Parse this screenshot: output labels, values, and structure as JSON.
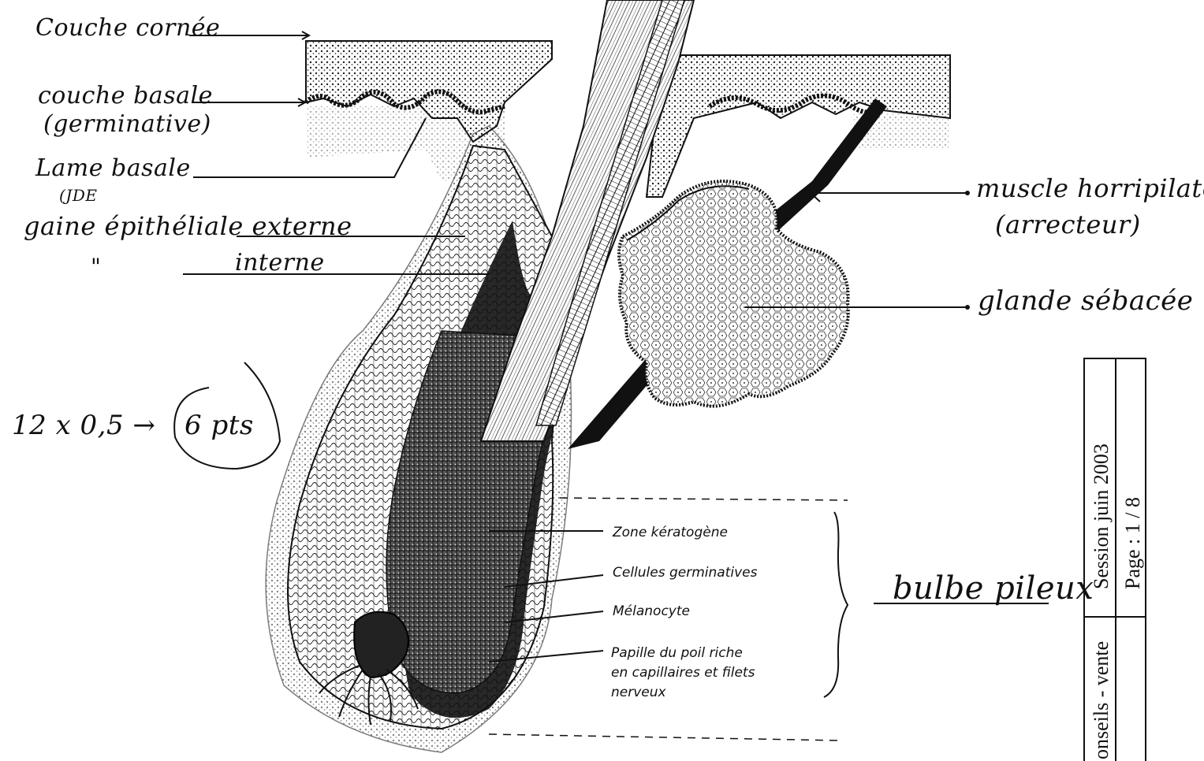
{
  "labels_handwritten": {
    "couche_cornee": "Couche cornée",
    "couche_basale": "couche basale",
    "germinative": "(germinative)",
    "lame_basale": "Lame basale",
    "jde": "(JDE",
    "gaine_externe": "gaine épithéliale externe",
    "ditto": "\"",
    "interne": "interne",
    "muscle": "muscle horripilateur",
    "arrecteur": "(arrecteur)",
    "glande": "glande sébacée",
    "bulbe": "bulbe pileux",
    "score": "12 x 0,5 →",
    "points": "6 pts"
  },
  "labels_printed": {
    "zone_keratogene": "Zone kératogène",
    "cellules_germinatives": "Cellules germinatives",
    "melanocyte": "Mélanocyte",
    "papille_l1": "Papille du poil riche",
    "papille_l2": "en capillaires et filets",
    "papille_l3": "nerveux"
  },
  "footer_stamp": {
    "section": "onseils - vente",
    "session": "Session juin 2003",
    "page": "Page : 1 / 8"
  }
}
